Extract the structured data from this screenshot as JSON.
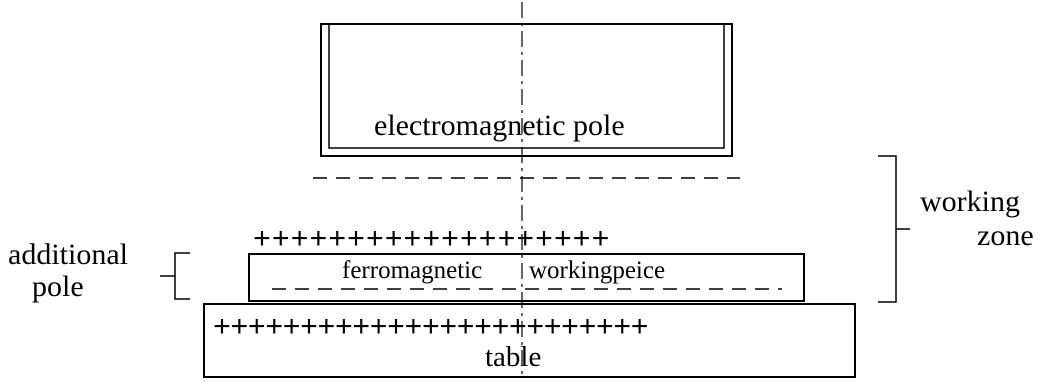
{
  "labels": {
    "electromagnetic_pole": "electromagnetic pole",
    "ferromagnetic": "ferromagnetic",
    "workingpiece": "workingpeice",
    "table": "table",
    "additional": "additional",
    "pole": "pole",
    "working": "working",
    "zone": "zone"
  },
  "charges": {
    "workpiece_top": "+++++++++++++++++++",
    "table_top": "+++++++++++++++++++++++++"
  },
  "colors": {
    "line": "#000000",
    "background": "#ffffff"
  }
}
